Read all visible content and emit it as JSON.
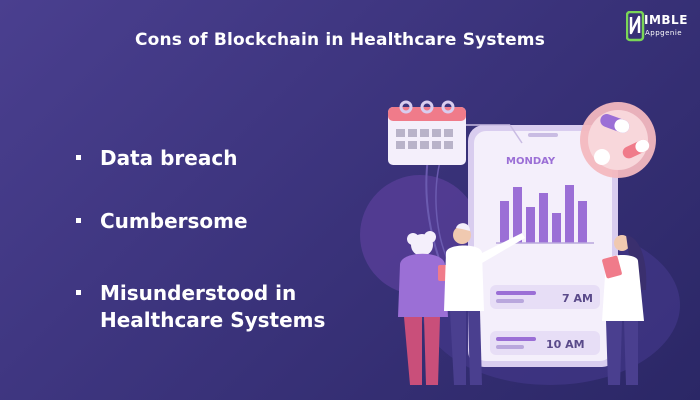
{
  "slide": {
    "title": "Cons of Blockchain in Healthcare Systems",
    "logo": {
      "word": "IMBLE",
      "sub": "Appgenie"
    },
    "bullets": [
      {
        "text": "Data breach"
      },
      {
        "text": "Cumbersome"
      },
      {
        "line1": "Misunderstood in",
        "line2": "Healthcare Systems"
      }
    ],
    "phone": {
      "day": "MONDAY",
      "time1": "7 AM",
      "time2": "10 AM"
    }
  },
  "colors": {
    "background": "#3f367f",
    "accent_purple": "#9b6fd6",
    "pink": "#f07b8a",
    "white": "#ffffff"
  },
  "icons": [
    "calendar-icon",
    "pill-icon",
    "logo-icon"
  ]
}
